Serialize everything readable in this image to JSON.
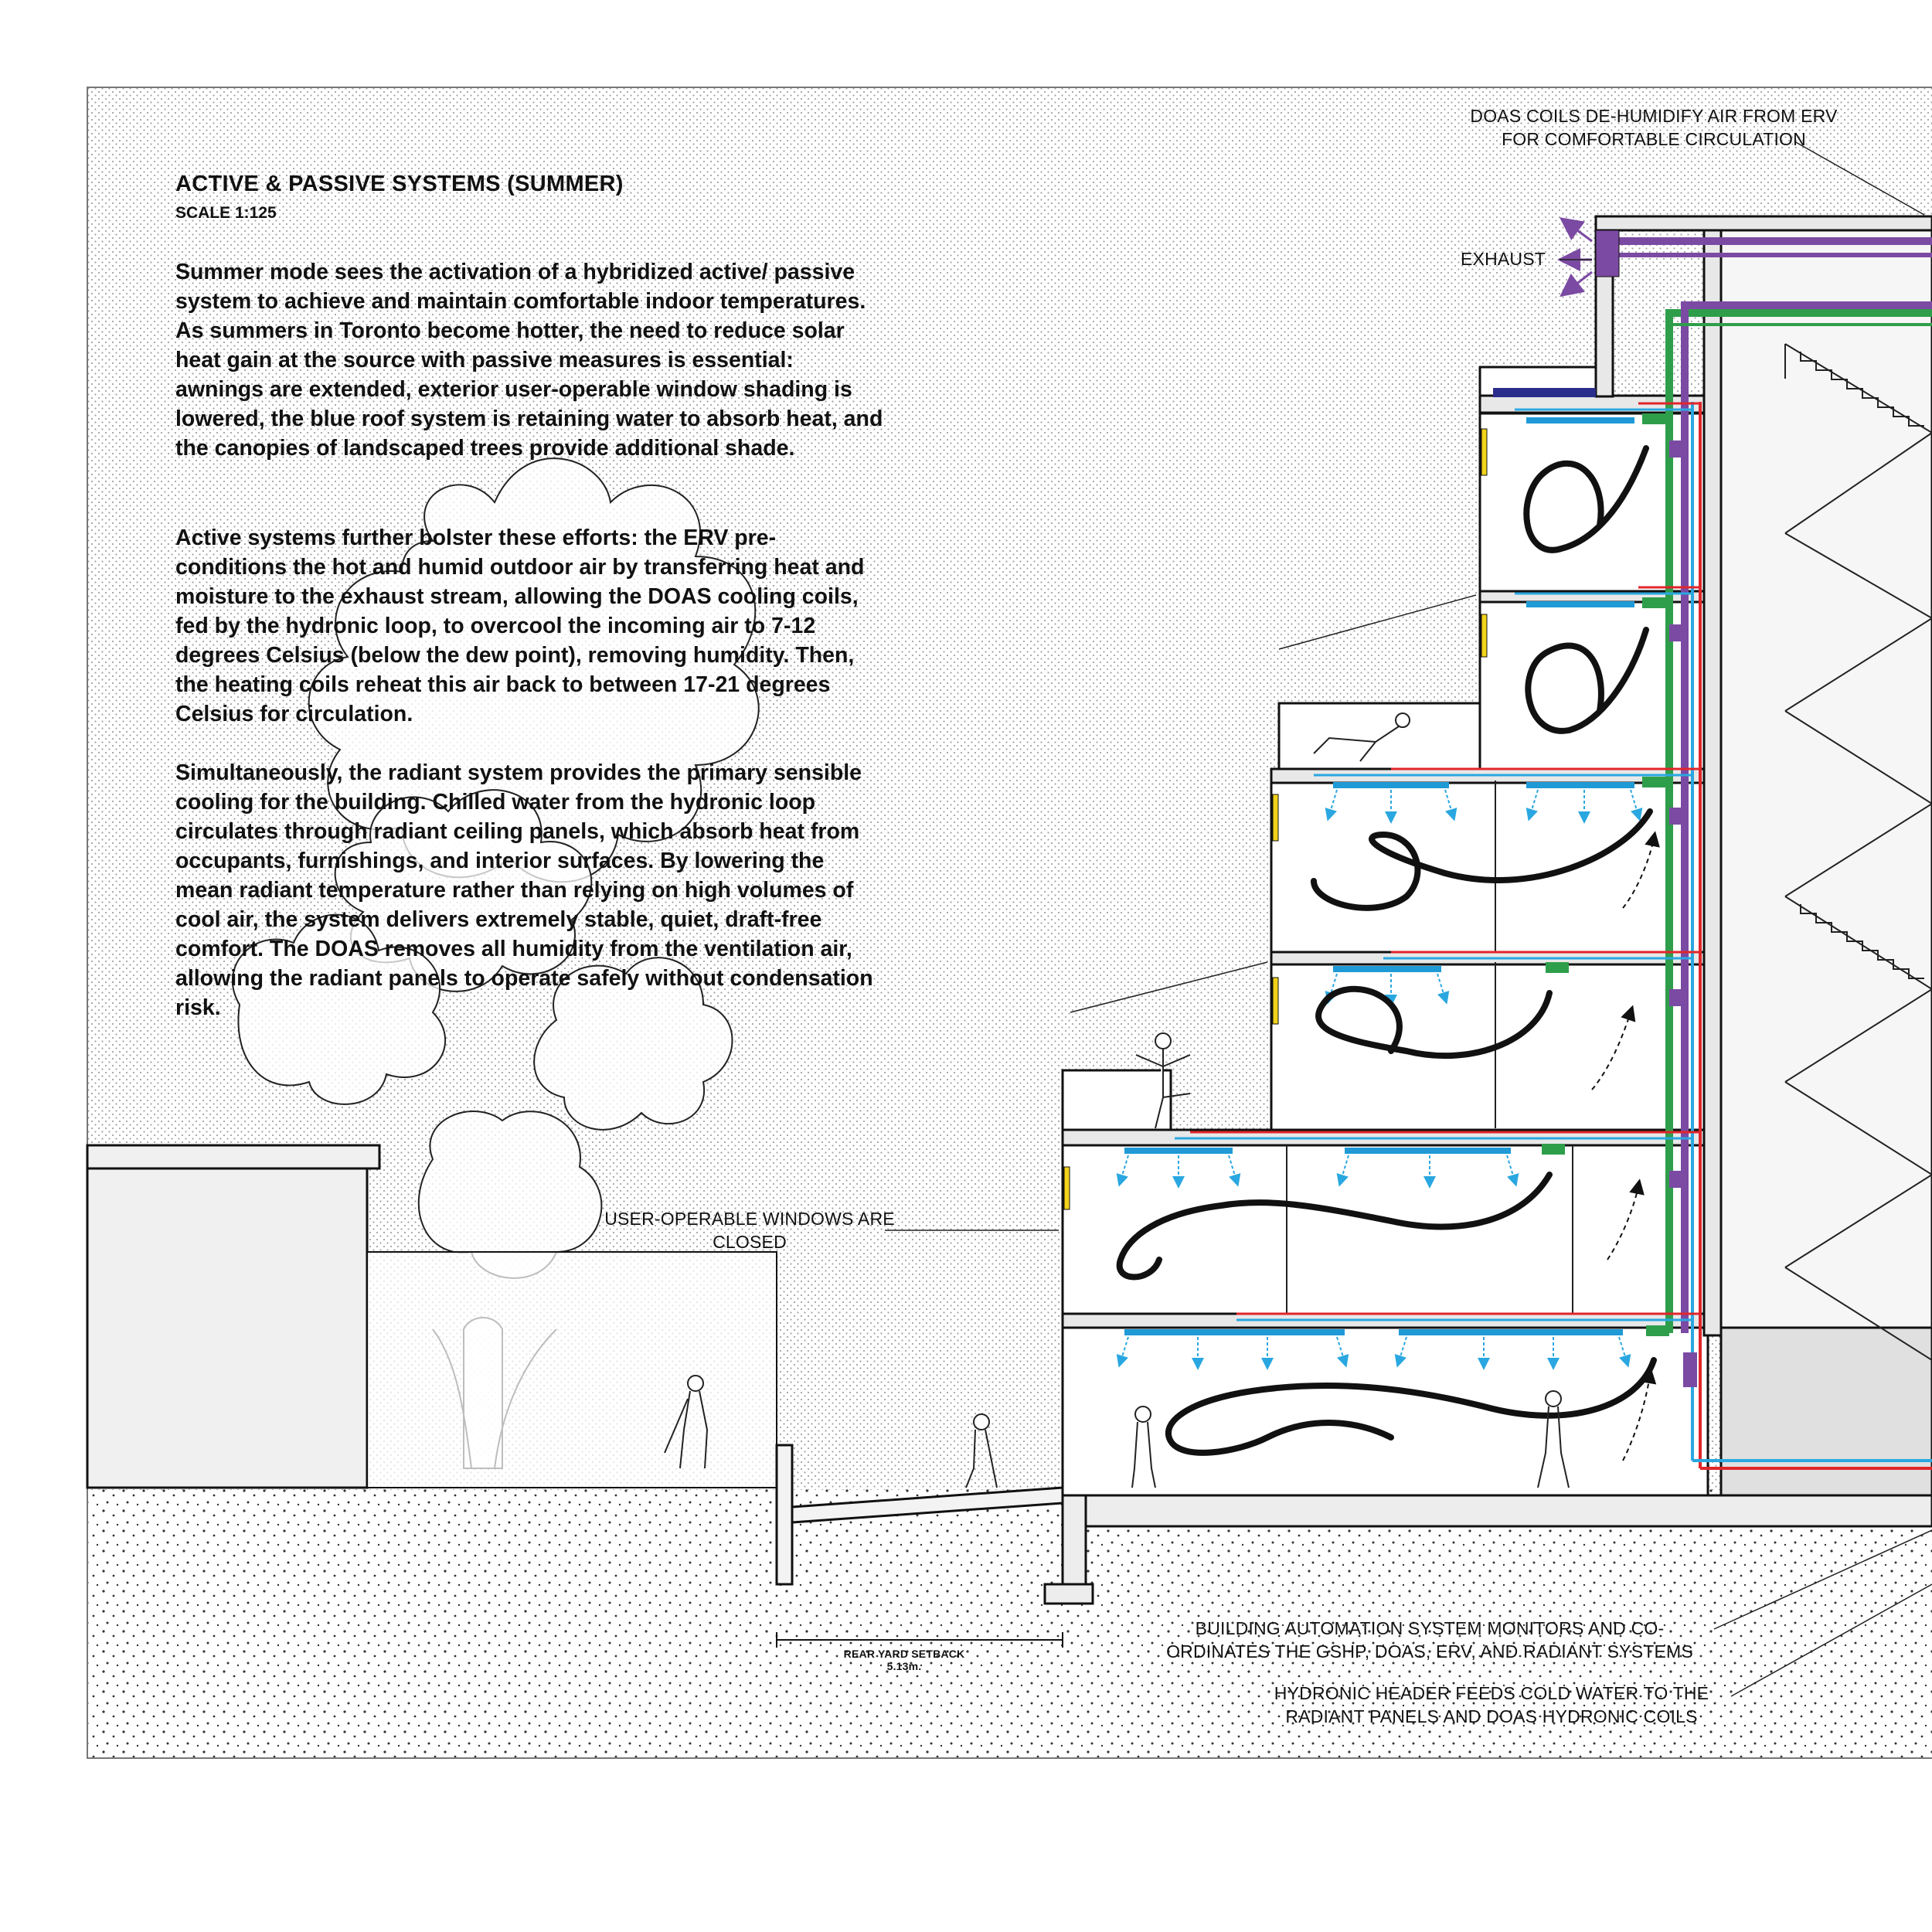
{
  "heading": {
    "title": "ACTIVE & PASSIVE SYSTEMS (SUMMER)",
    "scale": "SCALE 1:125"
  },
  "body": {
    "paragraph_1": "Summer mode sees the activation of a hybridized active/ passive system to achieve and maintain comfortable indoor temperatures. As summers in Toronto become hotter, the need to reduce solar heat gain at the source with passive measures is essential: awnings are extended, exterior user-operable window shading is lowered, the blue roof system is retaining water to absorb heat, and the canopies of landscaped trees provide additional shade.",
    "paragraph_2": "Active systems further bolster these efforts: the ERV pre-conditions the hot and humid outdoor air by transferring heat and moisture to the exhaust stream, allowing the DOAS cooling coils, fed by the hydronic loop, to overcool the incoming air to 7-12 degrees Celsius (below the dew point), removing humidity. Then, the heating coils reheat this air back to between 17-21 degrees Celsius for circulation.",
    "paragraph_3": "Simultaneously, the radiant system provides the primary sensible cooling for the building. Chilled water from the hydronic loop circulates through radiant ceiling panels, which absorb heat from occupants, furnishings, and interior surfaces. By lowering the mean radiant temperature rather than relying on high volumes of cool air, the system delivers extremely stable, quiet, draft-free comfort. The DOAS removes all humidity from the ventilation air, allowing the radiant panels to operate safely without condensation risk."
  },
  "annotations": {
    "doas_coils": "DOAS COILS DE-HUMIDIFY AIR FROM ERV FOR COMFORTABLE CIRCULATION",
    "exhaust": "EXHAUST",
    "windows": "USER-OPERABLE WINDOWS ARE CLOSED",
    "bas": "BUILDING AUTOMATION SYSTEM MONITORS AND CO-ORDINATES THE GSHP, DOAS, ERV, AND RADIANT SYSTEMS",
    "hydronic_header": "HYDRONIC HEADER FEEDS COLD WATER TO THE RADIANT PANELS AND DOAS HYDRONIC COILS",
    "setback_label": "REAR YARD SETBACK",
    "setback_value": "5.13m."
  },
  "colors": {
    "radiant_panel": "#1f9ad6",
    "chilled_supply": "#2aa7e0",
    "return_red": "#e0262a",
    "hydronic_green": "#2f9e4a",
    "erv_purple": "#7b4aa3",
    "blue_roof": "#2b2d8c",
    "awning": "#f2d21a",
    "line": "#111111"
  }
}
